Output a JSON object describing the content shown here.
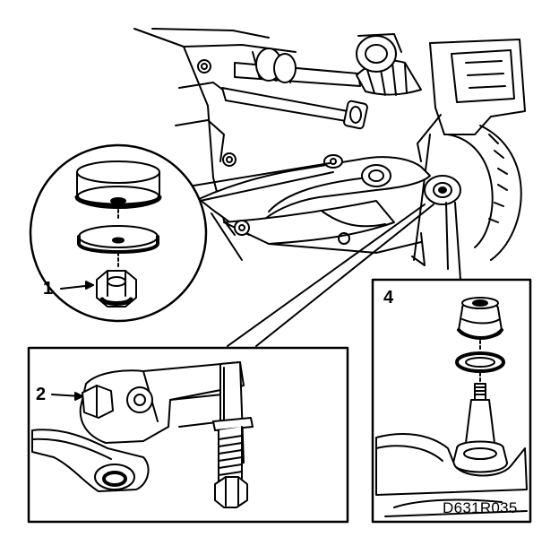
{
  "figure": {
    "callouts": {
      "one": "1",
      "two": "2",
      "four": "4"
    },
    "drawing_code": "D631R035"
  }
}
